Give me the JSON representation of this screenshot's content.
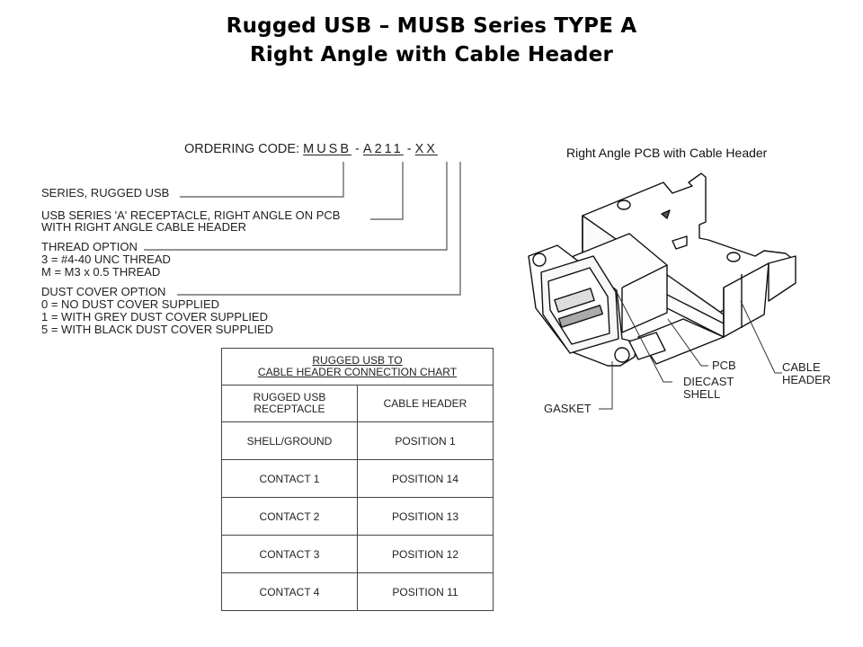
{
  "slide": {
    "title_line1": "Rugged USB – MUSB Series TYPE A",
    "title_line2": "Right Angle with Cable Header"
  },
  "ordering_code": {
    "label": "ORDERING CODE: ",
    "segment_series": "MUSB",
    "separator1": " - ",
    "segment_type": "A211",
    "separator2": " - ",
    "segment_thread": "X",
    "segment_dust": "X",
    "options": {
      "series": "SERIES, RUGGED USB",
      "type_line1": "USB SERIES 'A' RECEPTACLE, RIGHT ANGLE ON PCB",
      "type_line2": "WITH RIGHT ANGLE CABLE HEADER",
      "thread_title": "THREAD OPTION",
      "thread_values": [
        "3 = #4-40 UNC THREAD",
        "M = M3 x 0.5 THREAD"
      ],
      "dust_title": "DUST COVER OPTION",
      "dust_values": [
        "0 = NO DUST COVER SUPPLIED",
        "1 = WITH GREY DUST COVER SUPPLIED",
        "5 = WITH BLACK DUST COVER SUPPLIED"
      ]
    }
  },
  "connection_chart": {
    "title_line1": "RUGGED USB TO",
    "title_line2": "CABLE HEADER CONNECTION CHART",
    "col1_line1": "RUGGED USB",
    "col1_line2": "RECEPTACLE",
    "col2": "CABLE HEADER",
    "rows": [
      {
        "receptacle": "SHELL/GROUND",
        "header": "POSITION 1"
      },
      {
        "receptacle": "CONTACT 1",
        "header": "POSITION 14"
      },
      {
        "receptacle": "CONTACT 2",
        "header": "POSITION 13"
      },
      {
        "receptacle": "CONTACT 3",
        "header": "POSITION 12"
      },
      {
        "receptacle": "CONTACT 4",
        "header": "POSITION 11"
      }
    ]
  },
  "drawing": {
    "caption": "Right Angle PCB with Cable Header",
    "callouts": {
      "pcb": "PCB",
      "cable_header_line1": "CABLE",
      "cable_header_line2": "HEADER",
      "diecast_line1": "DIECAST",
      "diecast_line2": "SHELL",
      "gasket": "GASKET"
    }
  }
}
